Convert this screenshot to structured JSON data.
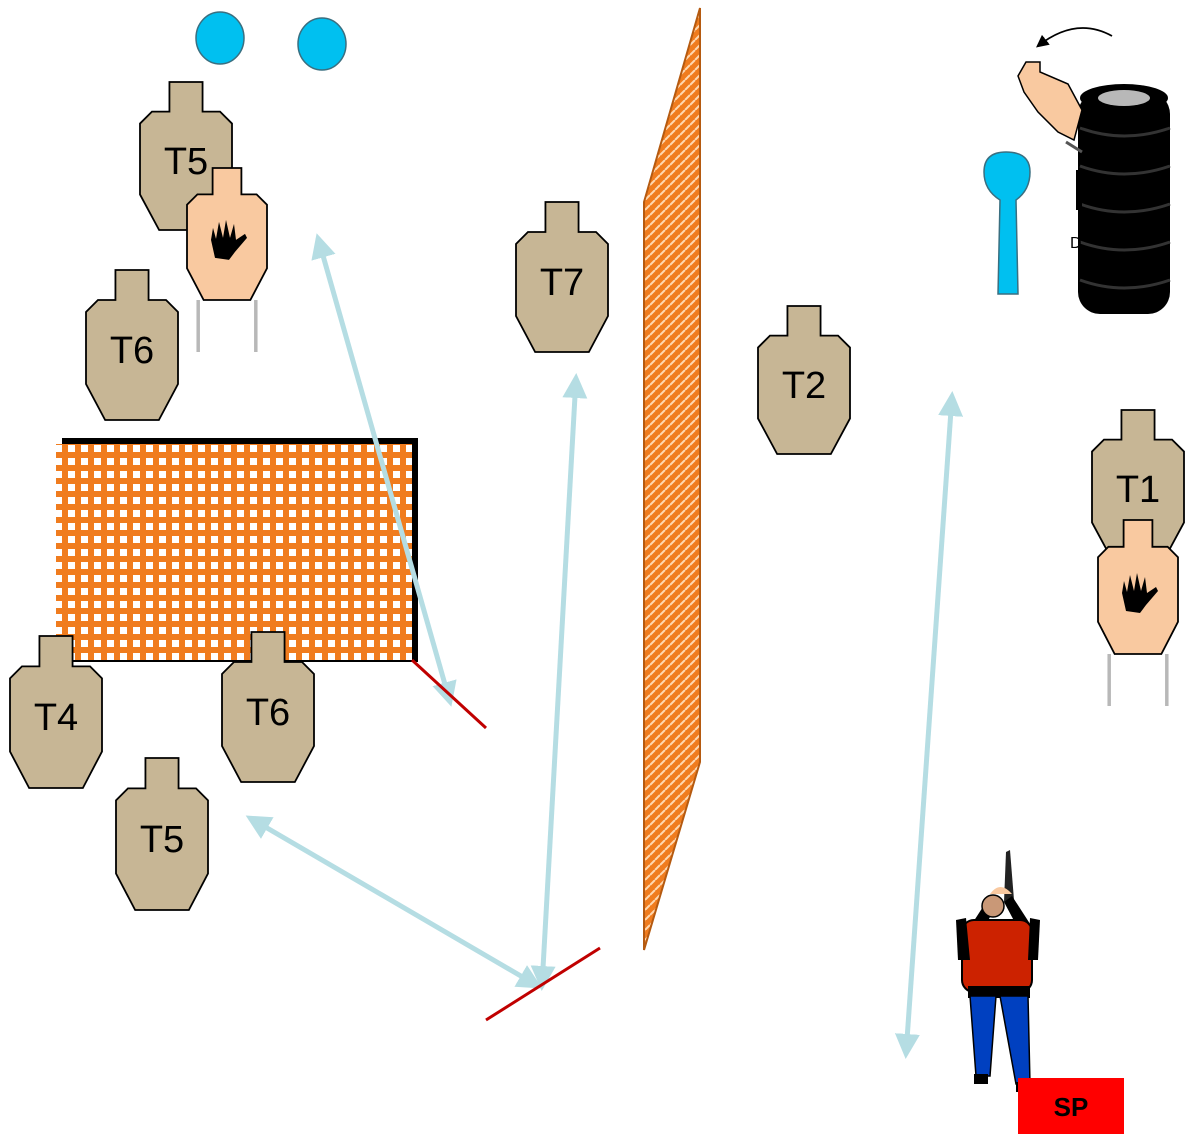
{
  "colors": {
    "target_fill": "#c7b695",
    "noshoot_fill": "#f9c9a0",
    "wall_orange": "#f07c1e",
    "popper_blue": "#00c0f0",
    "arrow": "#b5dde3",
    "fault_line": "#c00000",
    "start_box": "#ff0000",
    "barrel": "#000000"
  },
  "targets": [
    {
      "id": "t5-top",
      "label": "T5"
    },
    {
      "id": "t6-left",
      "label": "T6"
    },
    {
      "id": "t7",
      "label": "T7"
    },
    {
      "id": "t2",
      "label": "T2"
    },
    {
      "id": "t1",
      "label": "T1"
    },
    {
      "id": "t4",
      "label": "T4"
    },
    {
      "id": "t6-bottom",
      "label": "T6"
    },
    {
      "id": "t5-bottom",
      "label": "T5"
    }
  ],
  "start": {
    "label": "SP"
  },
  "drum_label": "D",
  "icons": {
    "no_shoot": "hand-icon",
    "popper": "popper-icon",
    "shooter": "shooter-icon",
    "swinger": "swinger-icon"
  }
}
